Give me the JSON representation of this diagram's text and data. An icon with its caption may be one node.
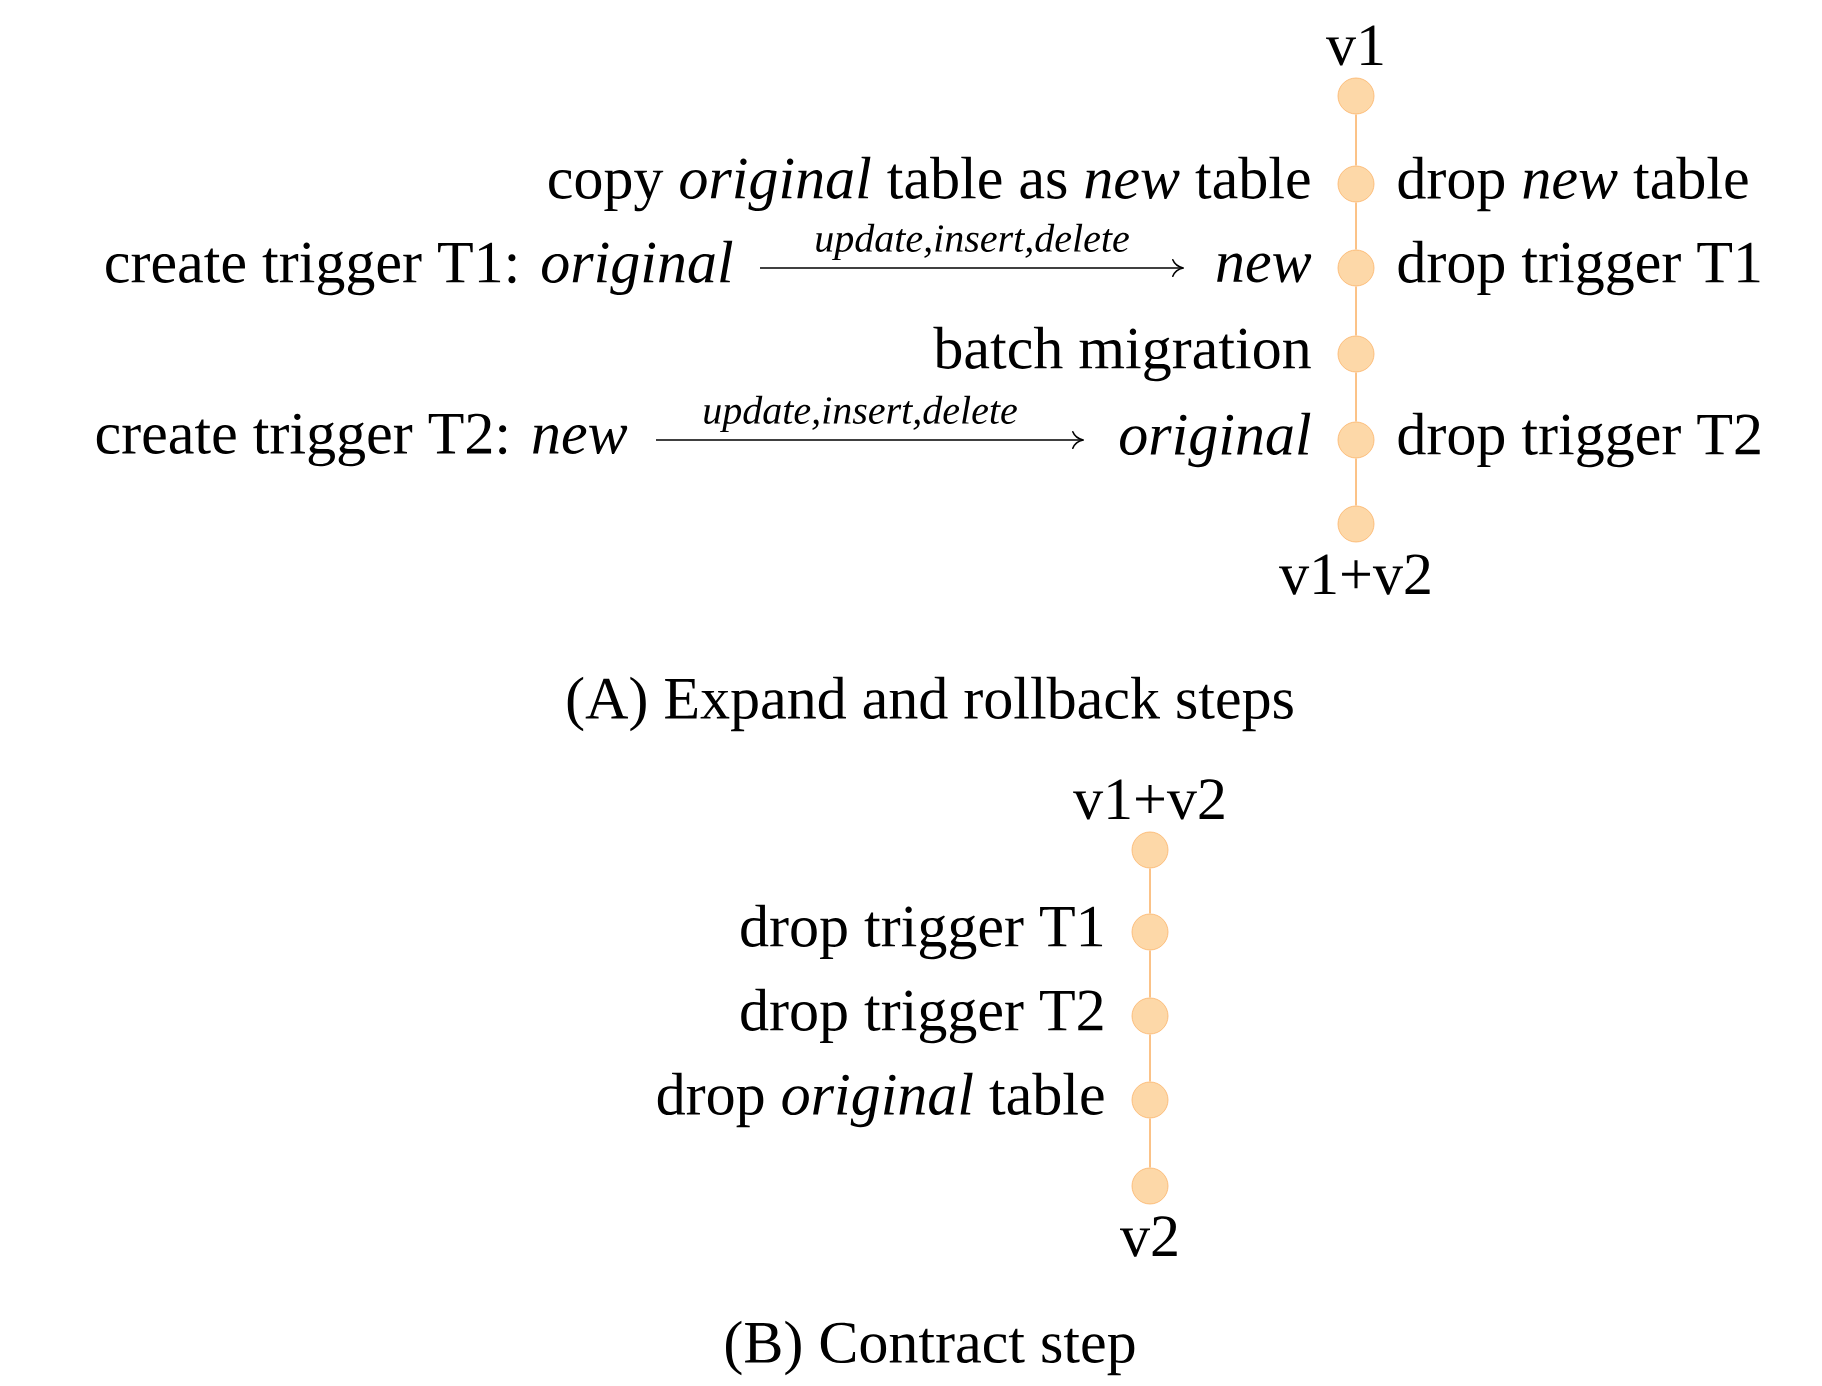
{
  "diagram": {
    "nodes": [
      {
        "text": [],
        "shape": "circle",
        "beside": [
          "v1"
        ]
      },
      {
        "text": [],
        "shape": "circle",
        "beside": [
          "copy *original* table as *new* table",
          "drop *new* table"
        ]
      },
      {
        "text": [],
        "shape": "circle",
        "beside": [
          "new",
          "drop trigger T1"
        ]
      },
      {
        "text": [],
        "shape": "circle",
        "beside": [
          "batch migration"
        ]
      },
      {
        "text": [],
        "shape": "circle",
        "beside": [
          "original",
          "drop trigger T2"
        ]
      },
      {
        "text": [],
        "shape": "circle",
        "beside": [
          "v1+v2"
        ]
      },
      {
        "text": [],
        "shape": "circle",
        "beside": [
          "v1+v2"
        ]
      },
      {
        "text": [],
        "shape": "circle",
        "beside": [
          "drop trigger T1"
        ]
      },
      {
        "text": [],
        "shape": "circle",
        "beside": [
          "drop trigger T2"
        ]
      },
      {
        "text": [],
        "shape": "circle",
        "beside": [
          "drop *original* table"
        ]
      },
      {
        "text": [],
        "shape": "circle",
        "beside": [
          "v2"
        ]
      }
    ],
    "edges": [
      {
        "from": 0,
        "to": 1,
        "arrow": "none"
      },
      {
        "from": 1,
        "to": 2,
        "arrow": "none"
      },
      {
        "from": 2,
        "to": 3,
        "arrow": "none"
      },
      {
        "from": 3,
        "to": 4,
        "arrow": "none"
      },
      {
        "from": 4,
        "to": 5,
        "arrow": "none"
      },
      {
        "from": 6,
        "to": 7,
        "arrow": "none"
      },
      {
        "from": 7,
        "to": 8,
        "arrow": "none"
      },
      {
        "from": 8,
        "to": 9,
        "arrow": "none"
      },
      {
        "from": 9,
        "to": 10,
        "arrow": "none"
      }
    ],
    "labels": [
      "create trigger T1: *original*",
      "update,insert,delete",
      "create trigger T2: *new*",
      "update,insert,delete",
      "(A) Expand and rollback steps",
      "(B) Contract step"
    ]
  }
}
